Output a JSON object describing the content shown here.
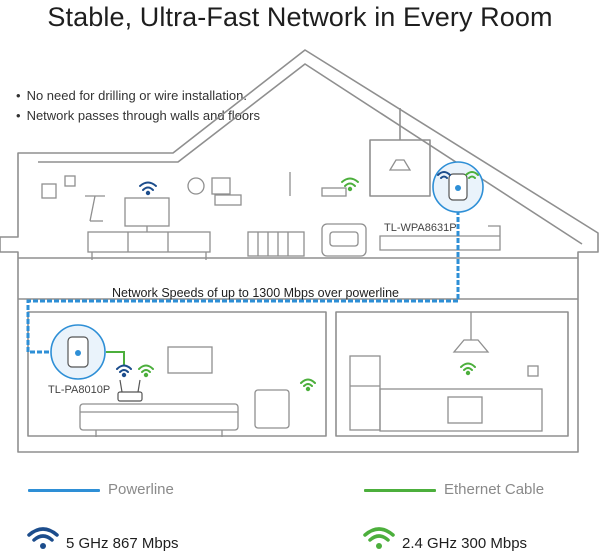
{
  "title": "Stable, Ultra-Fast Network in Every Room",
  "bullets": [
    "No need for drilling or wire installation.",
    "Network passes through walls and floors"
  ],
  "devices": {
    "upstairs": "TL-WPA8631P",
    "downstairs": "TL-PA8010P"
  },
  "network_speed_label": "Network Speeds of up to 1300 Mbps over powerline",
  "legend": {
    "powerline": "Powerline",
    "ethernet": "Ethernet Cable"
  },
  "wifi": {
    "band_5": "5 GHz  867 Mbps",
    "band_24": "2.4 GHz  300 Mbps"
  },
  "colors": {
    "powerline_blue": "#2e8fd6",
    "ethernet_green": "#4caf3c",
    "outline": "#8f8f8f",
    "wifi_navy": "#1c4d8c"
  }
}
